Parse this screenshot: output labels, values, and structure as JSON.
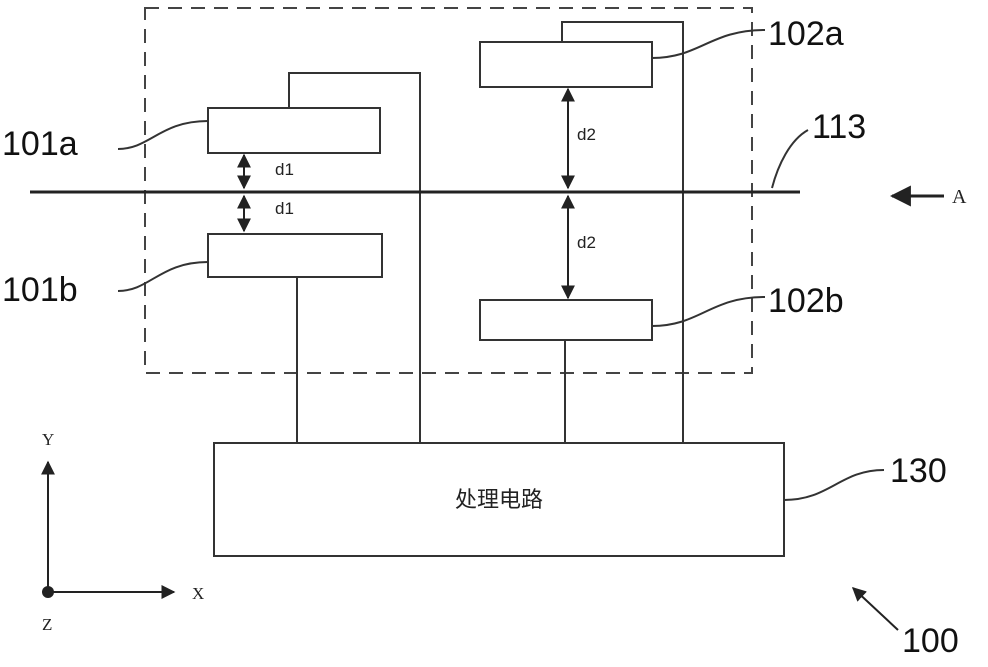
{
  "labels": {
    "sensor_101a": "101a",
    "sensor_101b": "101b",
    "sensor_102a": "102a",
    "sensor_102b": "102b",
    "conductor": "113",
    "circuit_ref": "130",
    "device_ref": "100",
    "direction": "A"
  },
  "distances": {
    "d1_upper": "d1",
    "d1_lower": "d1",
    "d2_upper": "d2",
    "d2_lower": "d2"
  },
  "processing_circuit": {
    "text": "处理电路"
  },
  "axes": {
    "y": "Y",
    "x": "X",
    "z": "Z"
  }
}
